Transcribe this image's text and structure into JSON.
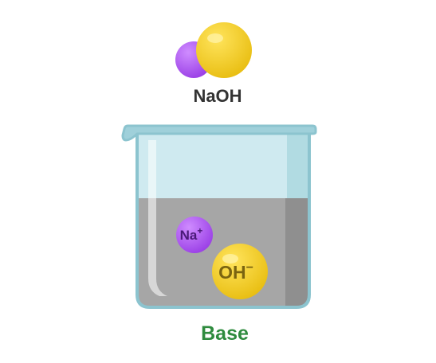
{
  "molecule": {
    "formula": "NaOH",
    "sodium_color": "#a855f7",
    "hydroxide_color": "#f5cf1f"
  },
  "beaker": {
    "glass_color": "#cfeaf0",
    "rim_color": "#9fd0da",
    "liquid_color": "#a6a6a6"
  },
  "ions": {
    "sodium_label": "Na",
    "sodium_charge": "+",
    "hydroxide_label": "OH",
    "hydroxide_charge": "−"
  },
  "caption": {
    "text": "Base",
    "color": "#2e8b3e"
  }
}
